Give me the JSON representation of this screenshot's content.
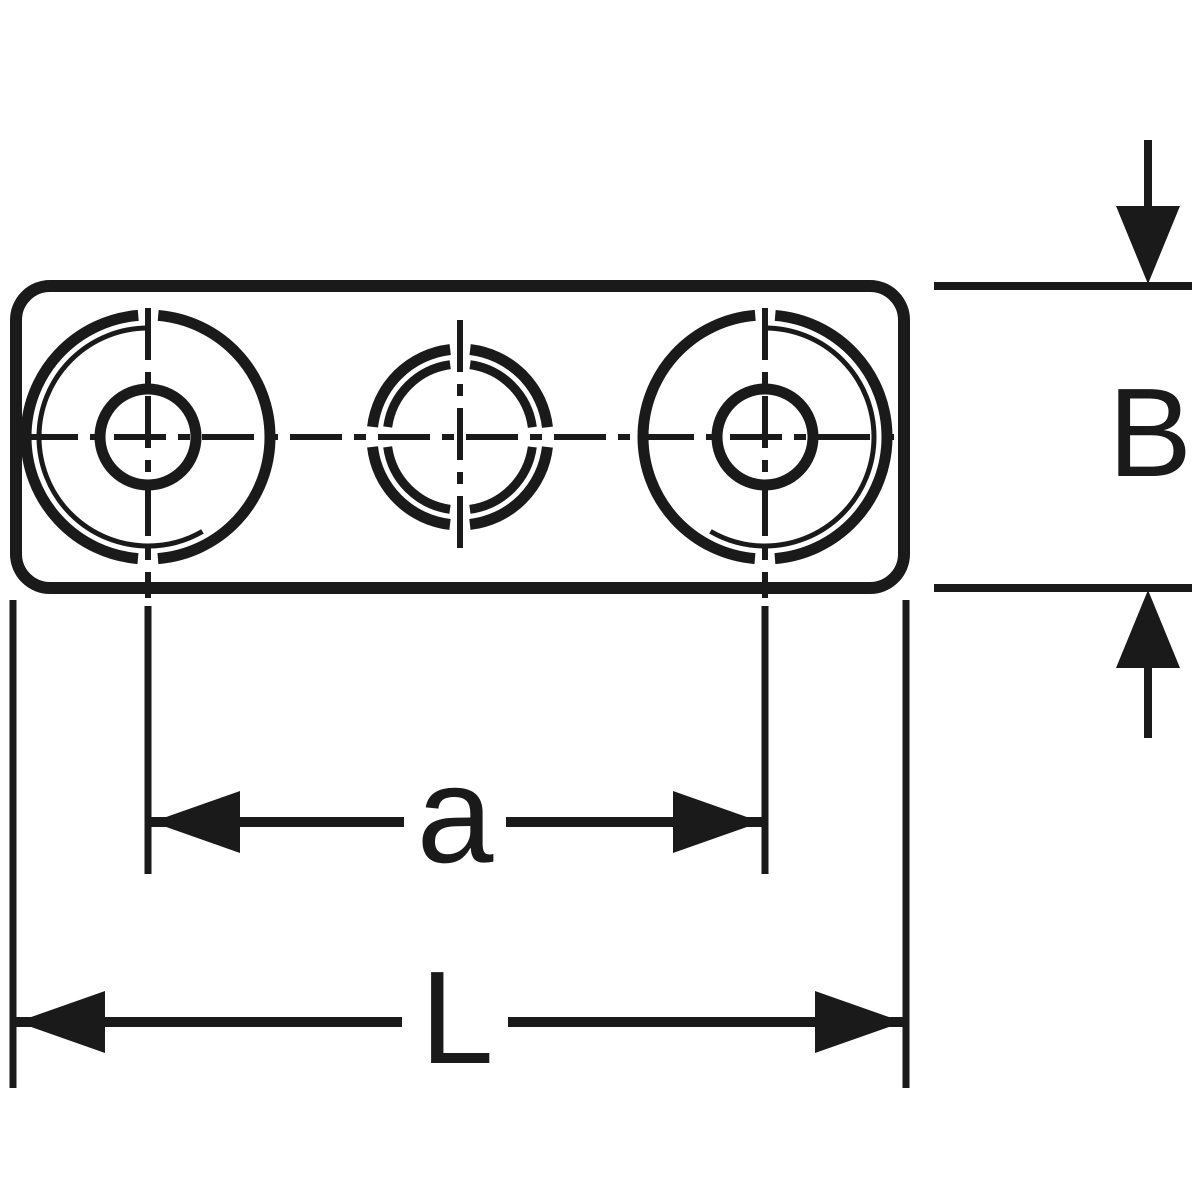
{
  "diagram": {
    "background": "#ffffff",
    "line_color": "#1a1a1a",
    "labels": {
      "height": "B",
      "hole_spacing": "a",
      "overall_length": "L"
    }
  }
}
